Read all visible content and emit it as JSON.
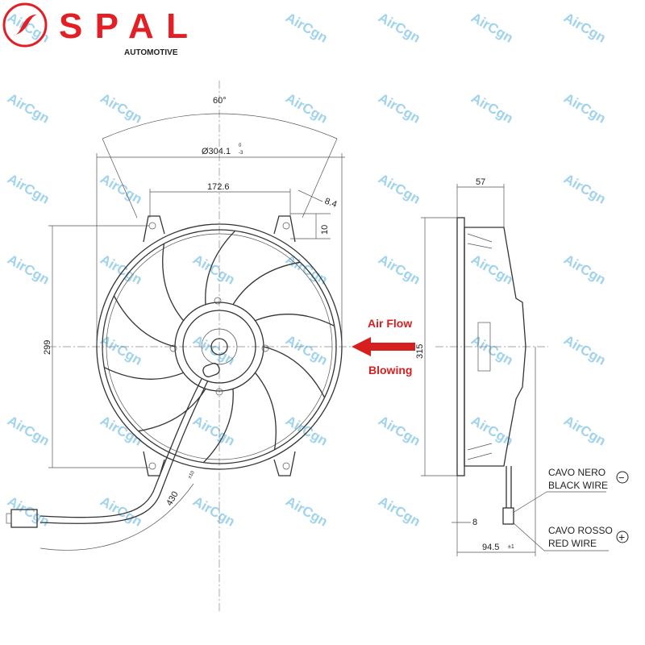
{
  "logo": {
    "brand": "SPAL",
    "sub": "AUTOMOTIVE",
    "color": "#e31e24"
  },
  "watermark": "AirCgn",
  "dimensions": {
    "angle": "60°",
    "diameter": "Ø304.1",
    "diameter_tol_upper": "0",
    "diameter_tol_lower": "-3",
    "hole_spacing": "172.6",
    "tab_width": "8.4",
    "tab_offset": "10",
    "height_front": "299",
    "cable_length": "430",
    "cable_tol": "±10",
    "depth": "57",
    "height_side": "315",
    "flange": "8",
    "overall_depth": "94.5",
    "overall_tol": "±1"
  },
  "airflow": {
    "line1": "Air Flow",
    "line2": "Blowing",
    "arrow_color": "#d62020"
  },
  "wires": {
    "black_it": "CAVO NERO",
    "black_en": "BLACK WIRE",
    "black_sign": "−",
    "red_it": "CAVO ROSSO",
    "red_en": "RED WIRE",
    "red_sign": "+"
  }
}
